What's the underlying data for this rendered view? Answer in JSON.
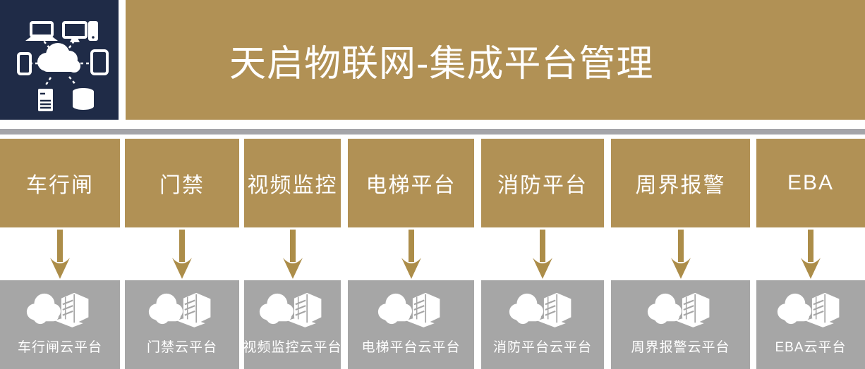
{
  "header": {
    "title": "天启物联网-集成平台管理",
    "logo_icon": "iot-cloud-devices-icon"
  },
  "colors": {
    "gold": "#B19155",
    "navy": "#1F2B47",
    "gray_box": "#A6A6A6",
    "separator": "#A4A4A8",
    "arrow": "#AC8D49",
    "text": "#FFFFFF"
  },
  "diagram": {
    "arrow_icon": "down-arrow-icon",
    "platform_icon": "cloud-building-icon"
  },
  "columns": [
    {
      "system": "车行闸",
      "platform": "车行闸云平台"
    },
    {
      "system": "门禁",
      "platform": "门禁云平台"
    },
    {
      "system": "视频监控",
      "platform": "视频监控云平台"
    },
    {
      "system": "电梯平台",
      "platform": "电梯平台云平台"
    },
    {
      "system": "消防平台",
      "platform": "消防平台云平台"
    },
    {
      "system": "周界报警",
      "platform": "周界报警云平台"
    },
    {
      "system": "EBA",
      "platform": "EBA云平台"
    }
  ]
}
